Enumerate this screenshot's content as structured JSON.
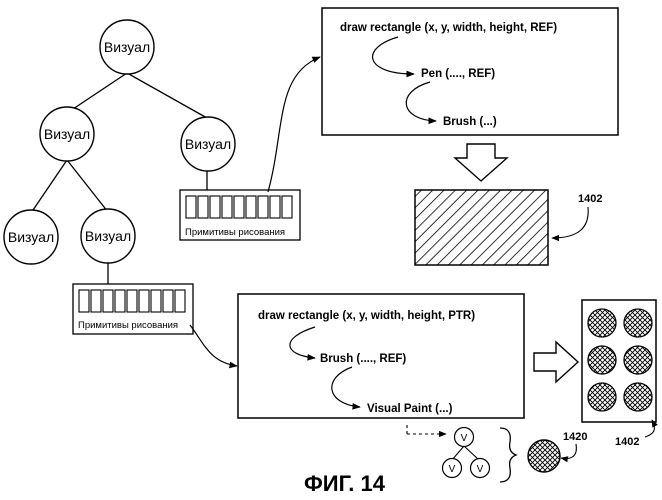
{
  "tree": {
    "nodes": [
      {
        "id": "root",
        "label": "Визуал"
      },
      {
        "id": "mid-left",
        "label": "Визуал"
      },
      {
        "id": "mid-right",
        "label": "Визуал"
      },
      {
        "id": "leaf-left",
        "label": "Визуал"
      },
      {
        "id": "leaf-right",
        "label": "Визуал"
      }
    ]
  },
  "primitives": [
    {
      "label": "Примитивы рисования",
      "cells": 9
    },
    {
      "label": "Примитивы рисования",
      "cells": 9
    }
  ],
  "top_box": {
    "lines": [
      "draw rectangle (x, y, width, height, REF)",
      "Pen (...., REF)",
      "Brush (...)"
    ]
  },
  "bottom_box": {
    "lines": [
      "draw rectangle (x, y, width, height, PTR)",
      "Brush (...., REF)",
      "Visual Paint (...)"
    ]
  },
  "refs": {
    "hatched_rect": "1402",
    "pattern_panel": "1402",
    "pattern_circle": "1420"
  },
  "mini_tree": {
    "labels": [
      "V",
      "V",
      "V"
    ]
  },
  "caption": "ФИГ. 14"
}
